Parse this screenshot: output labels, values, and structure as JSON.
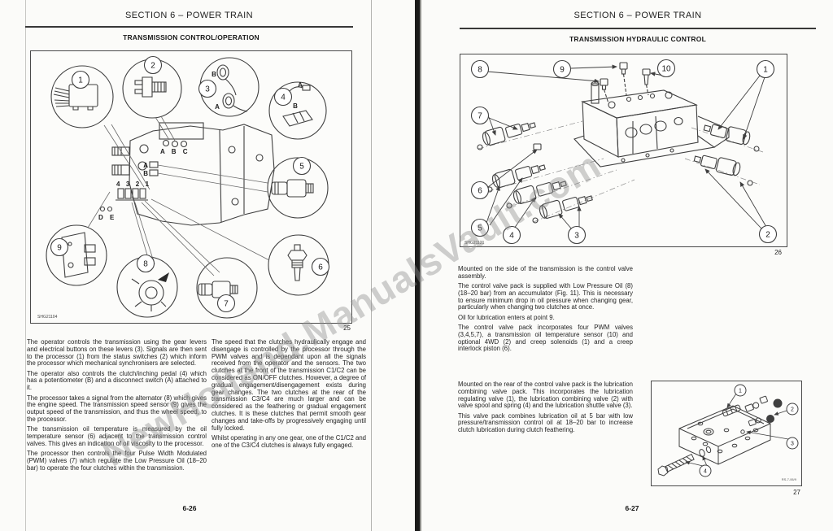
{
  "watermark": "NewHolland.ManualsVault.com",
  "left_page": {
    "section_title": "SECTION 6 – POWER TRAIN",
    "subtitle": "TRANSMISSION CONTROL/OPERATION",
    "figure": {
      "code": "SHG21104",
      "caption": "25",
      "callouts": [
        "1",
        "2",
        "3",
        "4",
        "5",
        "6",
        "7",
        "8",
        "9"
      ],
      "labels": {
        "lever_b": "B",
        "lever_a": "A",
        "pedal_a": "A",
        "pedal_b": "B",
        "cover_row": "A B C",
        "conn_a": "A",
        "conn_b": "B",
        "valve_row": "4 3 2 1",
        "bottom_row": "D E"
      }
    },
    "col1": [
      "The operator controls the transmission using the gear levers and electrical buttons on these levers (3). Signals are then sent to the processor (1) from the status switches (2) which inform the processor which mechanical synchronisers are selected.",
      "The operator also controls the clutch/inching pedal (4) which has a potentiometer (B) and a disconnect switch (A) attached to it.",
      "The processor takes a signal from the alternator (8) which gives the engine speed. The transmission speed sensor (9) gives the output speed of the transmission, and thus the wheel speed, to the processor.",
      "The transmission oil temperature is measured by the oil temperature sensor (6) adjacent to the transmission control valves. This gives an indication of oil viscosity to the processor.",
      "The processor then controls the four Pulse Width Modulated (PWM) valves (7) which regulate the Low Pressure Oil (18–20 bar) to operate the four clutches within the transmission."
    ],
    "col2": [
      "The speed that the clutches hydraulically engage and disengage is controlled by the processor through the PWM valves and is dependant upon all the signals received from the operator and the sensors. The two clutches at the front of the transmission C1/C2 can be considered as ON/OFF clutches. However, a degree of gradual engagement/disengagement exists during gear changes. The two clutches at the rear of the transmission C3/C4 are much larger and can be considered as the feathering or gradual engagement clutches. It is these clutches that permit smooth gear changes and take-offs by progressively engaging until fully locked.",
      "Whilst operating in any one gear, one of the C1/C2 and one of the C3/C4 clutches is always fully engaged."
    ],
    "page_number": "6-26"
  },
  "right_page": {
    "section_title": "SECTION 6 – POWER TRAIN",
    "subtitle": "TRANSMISSION HYDRAULIC CONTROL",
    "figure_top": {
      "code": "SHG21121",
      "caption": "26",
      "callouts": [
        "1",
        "2",
        "3",
        "4",
        "5",
        "6",
        "7",
        "8",
        "9",
        "10"
      ]
    },
    "paragraphs": [
      "Mounted on the side of the transmission is the control valve assembly.",
      "The control valve pack is supplied with Low Pressure Oil (8) (18–20 bar) from an accumulator (Fig. 11). This is necessary to ensure minimum drop in oil pressure when changing gear, particularly when changing two clutches at once.",
      "Oil for lubrication enters at point 9.",
      "The control valve pack incorporates four PWM valves (3,4,5,7), a transmission oil temperature sensor (10) and optional 4WD (2) and creep solenoids (1) and a creep interlock piston (6).",
      "Mounted on the rear of the control valve pack is the lubrication combining valve pack. This incorporates the lubrication regulating valve (1), the lubrication combining valve (2) with valve spool and spring (4) and the lubrication shuttle valve (3).",
      "This valve pack combines lubrication oil at 5 bar with low pressure/transmission control oil at 18–20 bar to increase clutch lubrication during clutch feathering."
    ],
    "figure_bottom": {
      "code": "RS-7-06/9",
      "caption": "27",
      "callouts": [
        "1",
        "2",
        "3",
        "4"
      ]
    },
    "page_number": "6-27"
  }
}
